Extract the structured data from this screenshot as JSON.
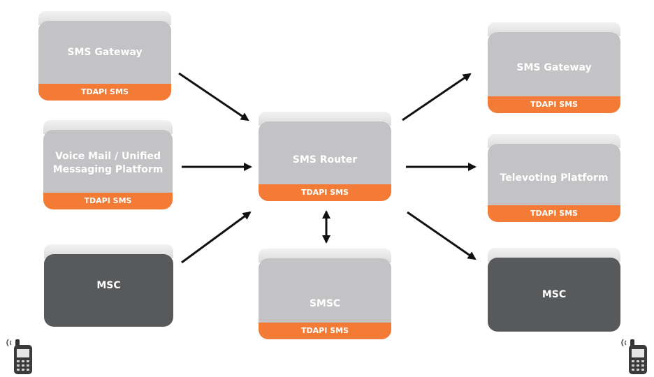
{
  "colors": {
    "box_grey": "#c3c3c6",
    "box_dark": "#58595b",
    "band_orange": "#f47b35",
    "arrow": "#111111"
  },
  "nodes": {
    "sms_gateway_left": {
      "label": "SMS Gateway",
      "band": "TDAPI SMS"
    },
    "voice_mail": {
      "label": "Voice Mail / Unified Messaging Platform",
      "band": "TDAPI SMS"
    },
    "msc_left": {
      "label": "MSC"
    },
    "sms_router": {
      "label": "SMS Router",
      "band": "TDAPI SMS"
    },
    "smsc": {
      "label": "SMSC",
      "band": "TDAPI SMS"
    },
    "sms_gateway_right": {
      "label": "SMS Gateway",
      "band": "TDAPI SMS"
    },
    "televoting": {
      "label": "Televoting Platform",
      "band": "TDAPI SMS"
    },
    "msc_right": {
      "label": "MSC"
    }
  },
  "edges": [
    {
      "from": "SMS Gateway (left)",
      "to": "SMS Router",
      "direction": "one-way"
    },
    {
      "from": "Voice Mail / Unified Messaging Platform",
      "to": "SMS Router",
      "direction": "one-way"
    },
    {
      "from": "MSC (left)",
      "to": "SMS Router",
      "direction": "one-way"
    },
    {
      "from": "SMS Router",
      "to": "SMSC",
      "direction": "two-way"
    },
    {
      "from": "SMS Router",
      "to": "SMS Gateway (right)",
      "direction": "one-way"
    },
    {
      "from": "SMS Router",
      "to": "Televoting Platform",
      "direction": "one-way"
    },
    {
      "from": "SMS Router",
      "to": "MSC (right)",
      "direction": "one-way"
    }
  ],
  "icons": {
    "phone_left": "mobile-phone-icon",
    "phone_right": "mobile-phone-icon"
  }
}
